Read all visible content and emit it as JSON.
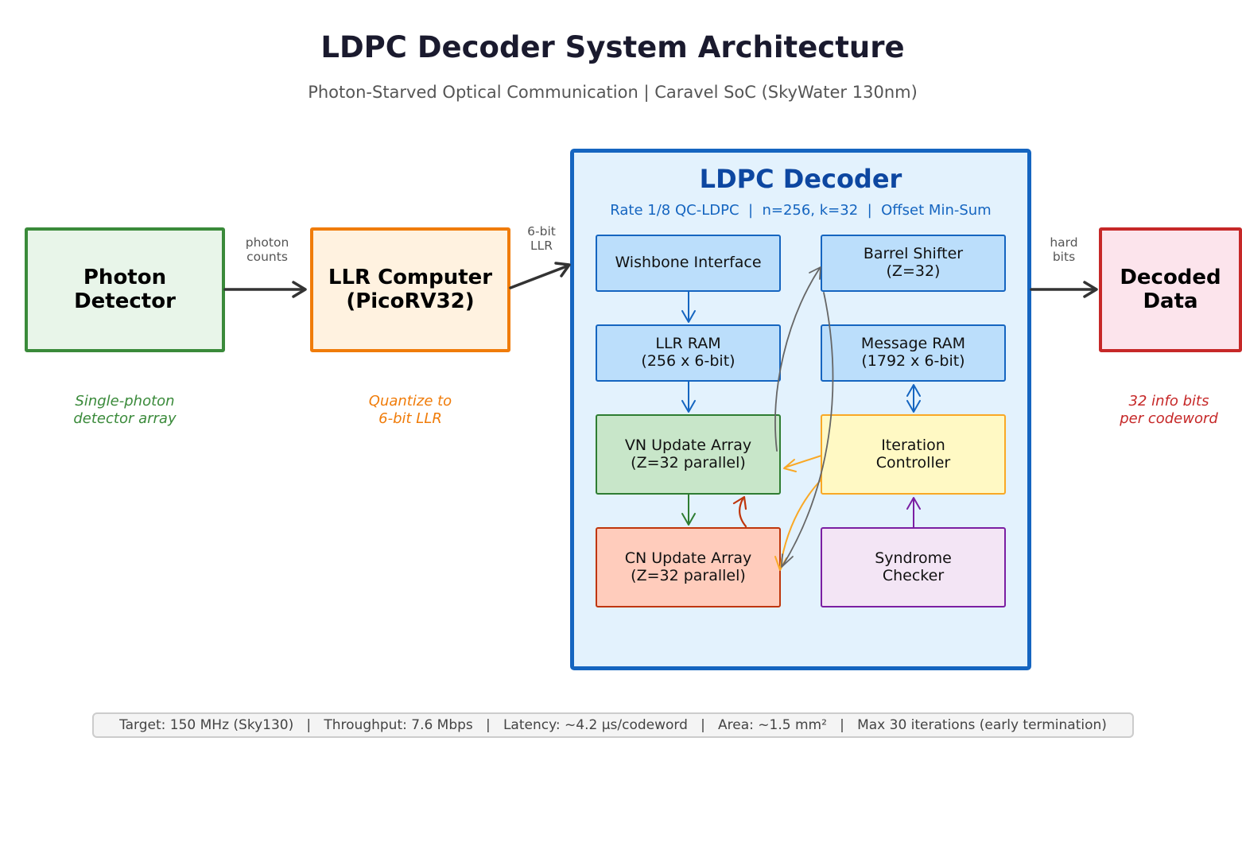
{
  "header": {
    "title": "LDPC Decoder System Architecture",
    "subtitle": "Photon-Starved Optical Communication  |  Caravel SoC (SkyWater 130nm)"
  },
  "blocks": {
    "photon_detector": {
      "label": "Photon\nDetector",
      "note": "Single-photon\ndetector array",
      "color": "#3a8a3a",
      "fill": "#e8f5e9"
    },
    "llr_computer": {
      "label": "LLR Computer\n(PicoRV32)",
      "note": "Quantize to\n6-bit LLR",
      "color": "#f07c0a",
      "fill": "#fff2e0"
    },
    "decoded_data": {
      "label": "Decoded\nData",
      "note": "32 info bits\nper codeword",
      "color": "#c62828",
      "fill": "#fce4ec"
    }
  },
  "decoder": {
    "title": "LDPC Decoder",
    "subtitle": "Rate 1/8 QC-LDPC  |  n=256, k=32  |  Offset Min-Sum",
    "color": "#1565c0",
    "fill": "#e3f2fd",
    "modules": {
      "wishbone": "Wishbone Interface",
      "barrel_shifter": "Barrel Shifter\n(Z=32)",
      "llr_ram": "LLR RAM\n(256 x 6-bit)",
      "message_ram": "Message RAM\n(1792 x 6-bit)",
      "vn_update": "VN Update Array\n(Z=32 parallel)",
      "iteration_controller": "Iteration\nController",
      "cn_update": "CN Update Array\n(Z=32 parallel)",
      "syndrome_checker": "Syndrome\nChecker"
    }
  },
  "edges": {
    "photon_counts": "photon\ncounts",
    "six_bit_llr": "6-bit\nLLR",
    "hard_bits": "hard\nbits"
  },
  "footer": {
    "specs": "Target: 150 MHz (Sky130)   |   Throughput: 7.6 Mbps   |   Latency: ~4.2 µs/codeword   |   Area: ~1.5 mm²   |   Max 30 iterations (early termination)"
  }
}
